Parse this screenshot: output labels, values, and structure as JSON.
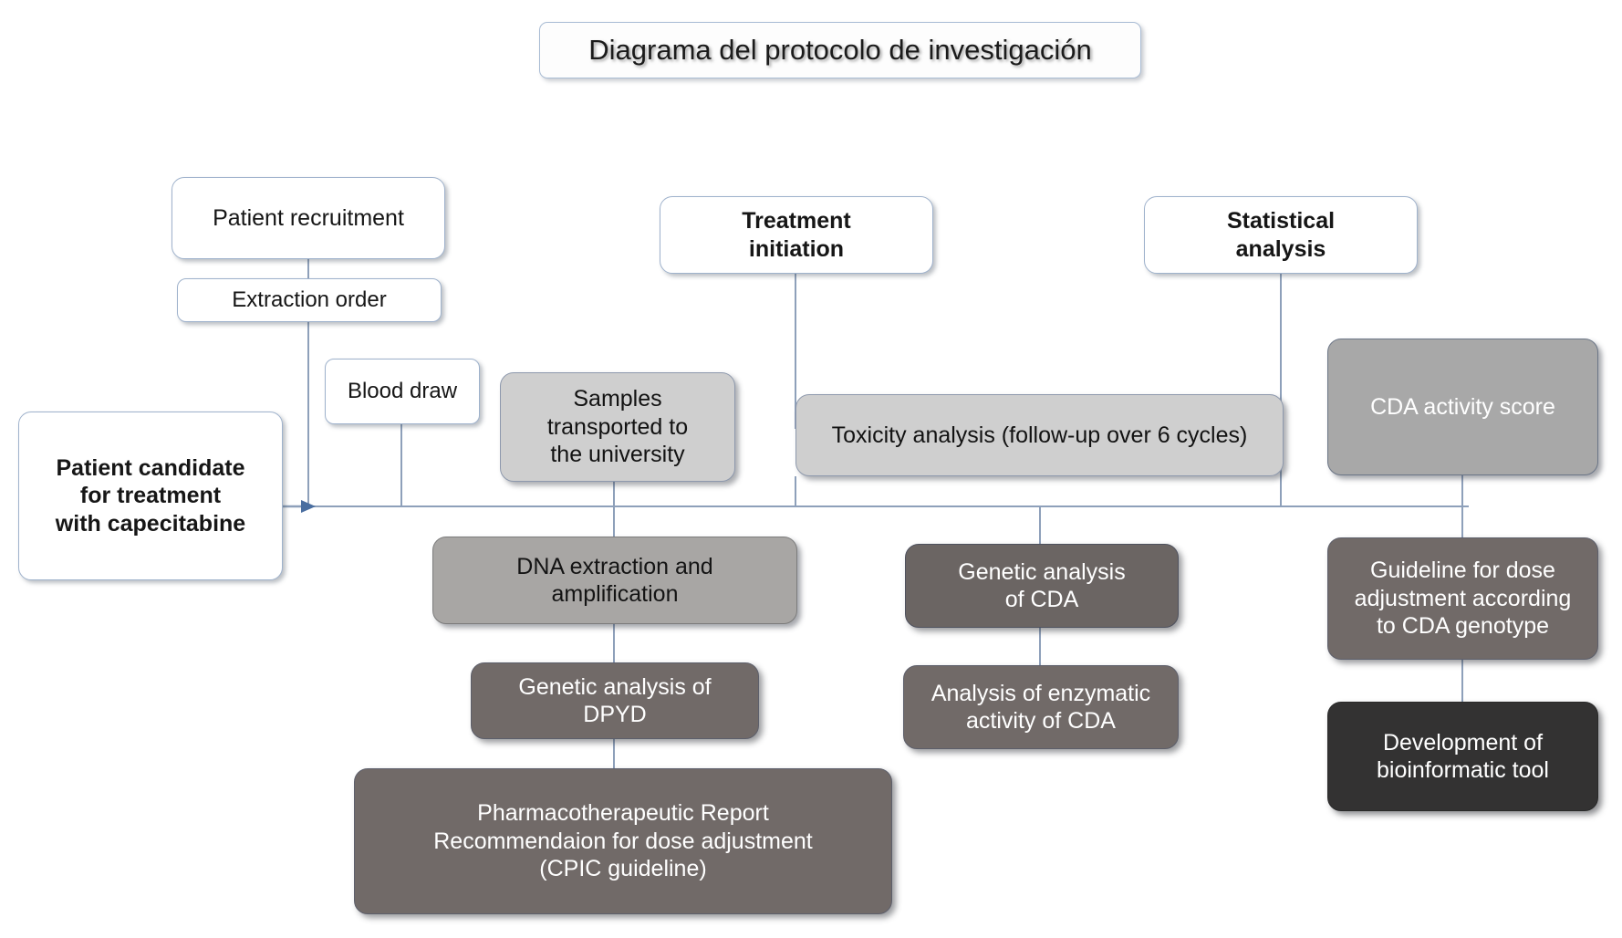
{
  "diagram": {
    "title": "Diagrama del protocolo de investigación",
    "language": "es/en mixed",
    "colors": {
      "border_blue": "#9fb2cc",
      "gray_light": "#cfcfcf",
      "gray_mid": "#a8a8a8",
      "gray_dark": "#716a68",
      "near_black": "#333232",
      "line": "#8ea0ba",
      "background": "#ffffff"
    },
    "nodes": {
      "patient_recruitment": "Patient recruitment",
      "extraction_order": "Extraction order",
      "blood_draw": "Blood draw",
      "patient_candidate": "Patient candidate\nfor treatment\nwith capecitabine",
      "samples_transported": "Samples\ntransported to\nthe university",
      "treatment_initiation": "Treatment\ninitiation",
      "statistical_analysis": "Statistical\nanalysis",
      "toxicity_analysis": "Toxicity analysis (follow-up over 6 cycles)",
      "cda_activity_score": "CDA activity score",
      "dna_extraction": "DNA extraction and\namplification",
      "genetic_analysis_dpyd": "Genetic analysis of\nDPYD",
      "pharmacotherapeutic_report": "Pharmacotherapeutic Report\nRecommendaion for dose adjustment\n(CPIC guideline)",
      "genetic_analysis_cda": "Genetic analysis\nof CDA",
      "enzymatic_activity_cda": "Analysis of enzymatic\nactivity of CDA",
      "guideline_dose_adjustment": "Guideline for dose\nadjustment according\nto CDA genotype",
      "development_bioinformatic_tool": "Development of\nbioinformatic tool"
    }
  }
}
